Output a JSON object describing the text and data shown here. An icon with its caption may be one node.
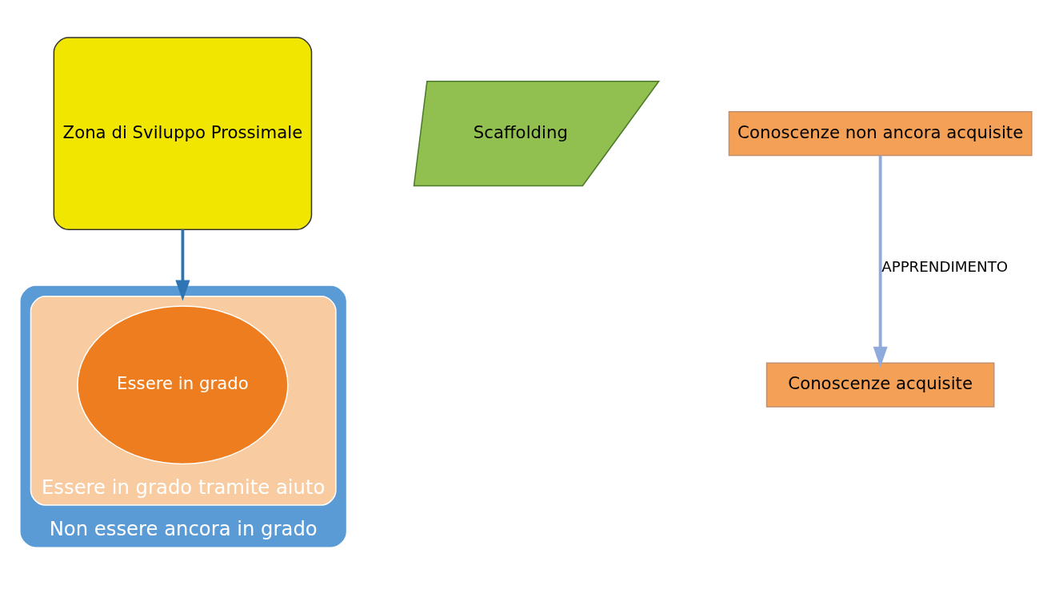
{
  "diagram": {
    "nodes": [
      {
        "text": [
          "Zona di Sviluppo Prossimale"
        ]
      },
      {
        "text": [
          "Non essere ancora in grado"
        ]
      },
      {
        "text": [
          "Essere in grado tramite aiuto"
        ],
        "in": 1
      },
      {
        "text": [
          "Essere in grado"
        ],
        "in": 2
      },
      {
        "text": [
          "Scaffolding"
        ]
      },
      {
        "text": [
          "Conoscenze non ancora acquisite"
        ]
      },
      {
        "text": [
          "Conoscenze acquisite"
        ]
      }
    ],
    "edges": [
      {
        "from": 0,
        "to": 2,
        "arrow": "to",
        "color": "#2e75b6"
      },
      {
        "from": 5,
        "to": 6,
        "label": "APPRENDIMENTO",
        "arrow": "to",
        "color": "#8faadc"
      }
    ]
  }
}
